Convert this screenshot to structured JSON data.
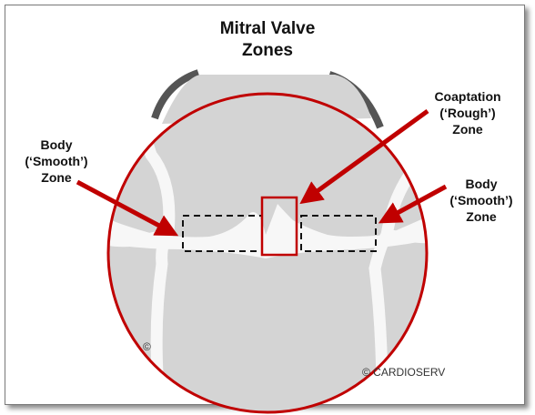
{
  "title": {
    "line1": "Mitral Valve",
    "line2": "Zones"
  },
  "labels": {
    "coaptation": {
      "line1": "Coaptation",
      "line2": "(‘Rough’)",
      "line3": "Zone"
    },
    "body_left": {
      "line1": "Body",
      "line2": "(‘Smooth’)",
      "line3": "Zone"
    },
    "body_right": {
      "line1": "Body",
      "line2": "(‘Smooth’)",
      "line3": "Zone"
    }
  },
  "copyright": "© CARDIOSERV",
  "copyright_mark": "©",
  "colors": {
    "accent": "#c00000",
    "dashed_box": "#111111",
    "leaflet": "#d4d4d4",
    "gap": "#f7f7f7",
    "background": "#ffffff"
  }
}
